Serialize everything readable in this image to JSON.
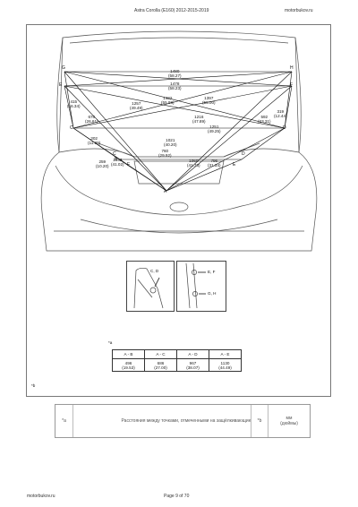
{
  "header": {
    "title": "Astra Corolla (E160) 2012-2015-2019",
    "site": "motorbukov.ru"
  },
  "diagram": {
    "points": [
      "A",
      "B",
      "C",
      "D",
      "E",
      "F",
      "G",
      "H",
      "C",
      "D",
      "F",
      "E"
    ],
    "dims": [
      "1480\n(58.27)",
      "1478\n(58.23)",
      "1422\n(55.98)",
      "1397\n(55.00)",
      "1257\n(49.49)",
      "415\n(16.34)",
      "676\n(26.61)",
      "1216\n(47.89)",
      "1251\n(49.25)",
      "592\n(23.31)",
      "319\n(12.44)",
      "302\n(11.89)",
      "1021\n(40.20)",
      "760\n(29.92)",
      "259\n(10.20)",
      "1043\n(41.02)",
      "1060\n(41.73)",
      "796\n(31.34)"
    ]
  },
  "inset": {
    "c_label": "C, D",
    "e_label": "E, F",
    "g_label": "G, H"
  },
  "table": {
    "caption": "*a",
    "headers": [
      "A - B",
      "A - C",
      "A - D",
      "A - E"
    ],
    "values": [
      "496\n(19.53)",
      "686\n(27.00)",
      "967\n(38.07)",
      "1130\n(44.49)"
    ]
  },
  "footnote_b": "*b",
  "legend": {
    "a_key": "*a",
    "a_text": "Расстояния между точками, отмеченными на защёлкивающие",
    "b_key": "*b",
    "b_text": "мм\n(дюймы)"
  },
  "footer": {
    "left": "motorbukov.ru",
    "page": "Page 9 of 70"
  }
}
